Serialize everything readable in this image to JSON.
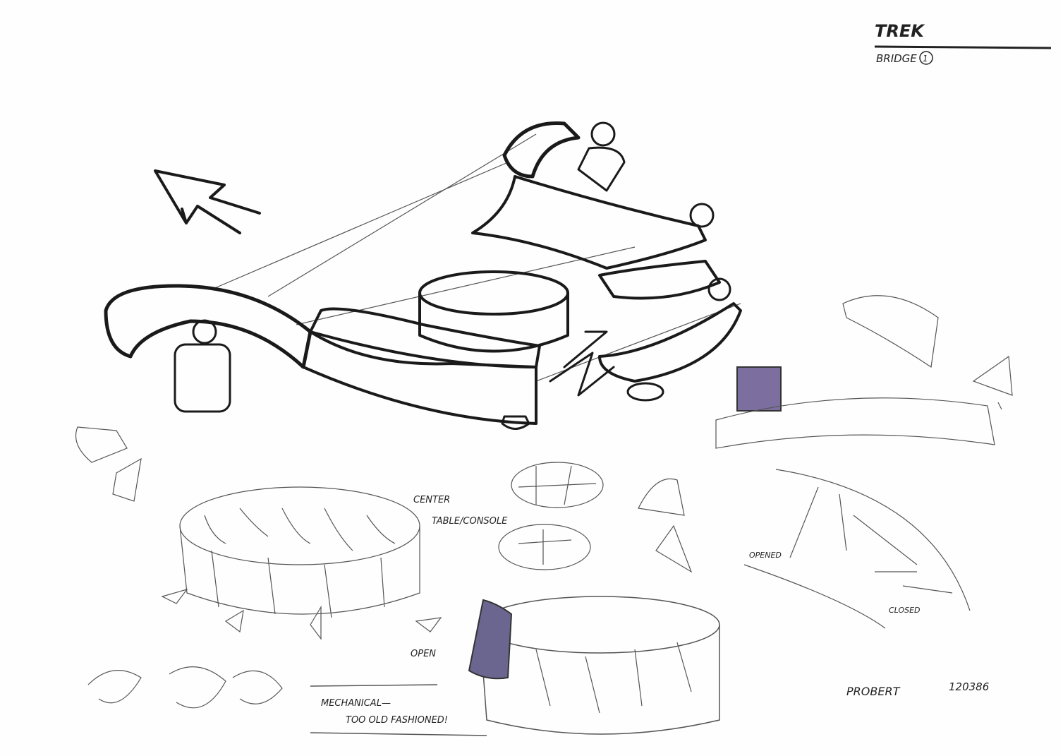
{
  "title_block": {
    "title": "TREK",
    "subtitle": "BRIDGE",
    "sheet_number": "1"
  },
  "annotations": {
    "center_console": "CENTER",
    "center_console_2": "TABLE/CONSOLE",
    "opened": "OPENED",
    "closed": "CLOSED",
    "open": "OPEN",
    "mechanical": "MECHANICAL—",
    "mechanical_2": "TOO OLD FASHIONED!"
  },
  "signature": {
    "name": "PROBERT",
    "date": "120386"
  },
  "colors": {
    "purple": "#6b6690",
    "brown": "#9c7f74",
    "ink": "#1a1a1a",
    "grey": "#d9d2cc"
  }
}
